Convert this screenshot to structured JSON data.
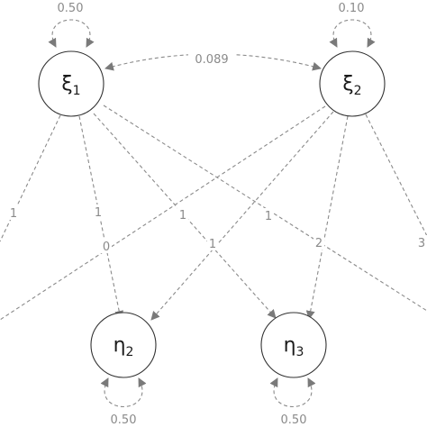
{
  "nodes": {
    "xi1": {
      "symbol": "ξ",
      "sub": "1"
    },
    "xi2": {
      "symbol": "ξ",
      "sub": "2"
    },
    "eta2": {
      "symbol": "η",
      "sub": "2"
    },
    "eta3": {
      "symbol": "η",
      "sub": "3"
    }
  },
  "self_loops": {
    "xi1": "0.50",
    "xi2": "0.10",
    "eta2": "0.50",
    "eta3": "0.50"
  },
  "covariance": {
    "xi1_xi2": "0.089"
  },
  "paths": {
    "xi1_left": "1",
    "xi1_eta2": "1",
    "xi1_eta3": "1",
    "xi1_right": "1",
    "xi2_left": "0",
    "xi2_eta2": "1",
    "xi2_eta3": "2",
    "xi2_right": "3"
  },
  "colors": {
    "edge": "#8a8a8a",
    "node_stroke": "#333333",
    "text": "#1a1a1a"
  }
}
